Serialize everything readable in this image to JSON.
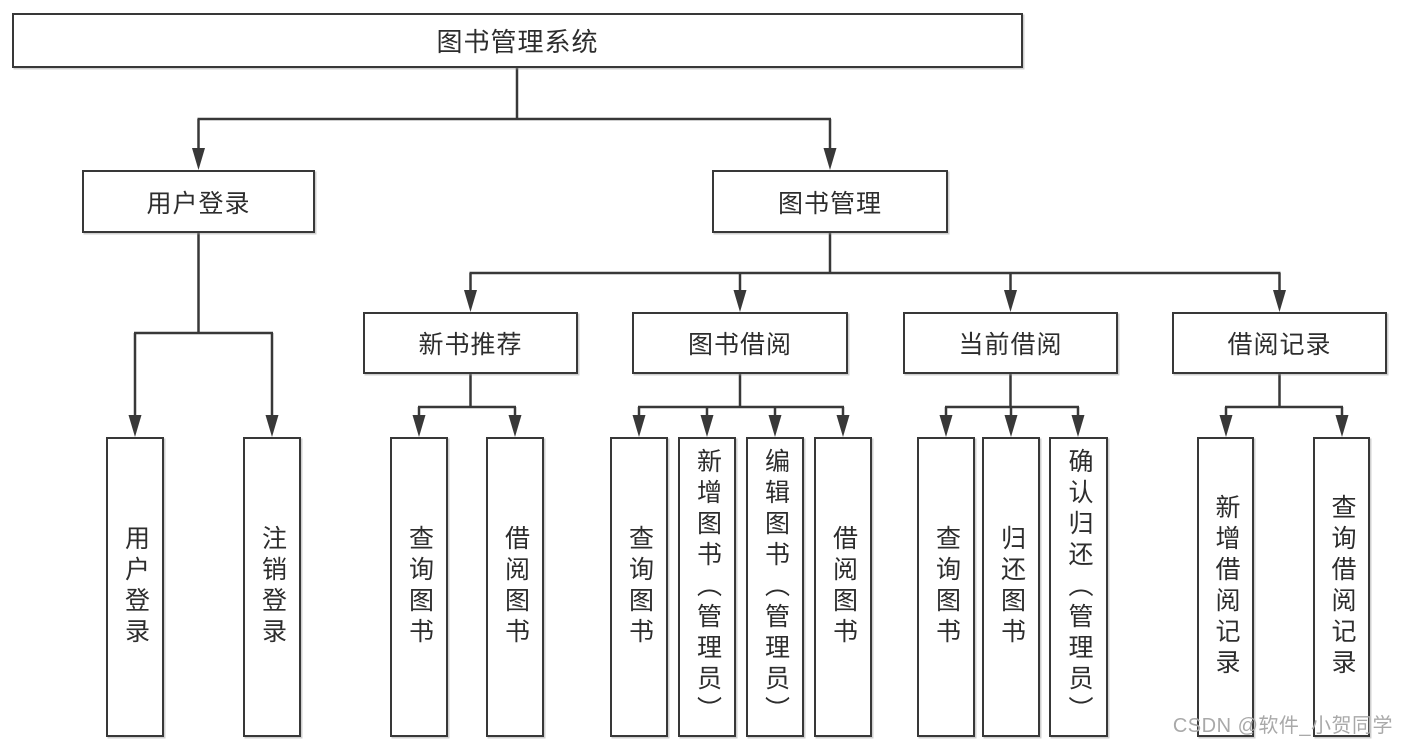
{
  "diagram": {
    "root": {
      "label": "图书管理系统"
    },
    "level2": [
      {
        "id": "user-login",
        "label": "用户登录"
      },
      {
        "id": "book-management",
        "label": "图书管理"
      }
    ],
    "level3": [
      {
        "id": "new-book-recommend",
        "label": "新书推荐"
      },
      {
        "id": "book-borrow",
        "label": "图书借阅"
      },
      {
        "id": "current-borrow",
        "label": "当前借阅"
      },
      {
        "id": "borrow-records",
        "label": "借阅记录"
      }
    ],
    "leaves": [
      {
        "id": "user-login-leaf",
        "label": "用户登录"
      },
      {
        "id": "logout-login",
        "label": "注销登录"
      },
      {
        "id": "query-books-recommend",
        "label": "查询图书"
      },
      {
        "id": "borrow-books-recommend",
        "label": "借阅图书"
      },
      {
        "id": "query-books-borrow",
        "label": "查询图书"
      },
      {
        "id": "add-books-admin",
        "label": "新增图书（管理员）"
      },
      {
        "id": "edit-books-admin",
        "label": "编辑图书（管理员）"
      },
      {
        "id": "borrow-books-borrow",
        "label": "借阅图书"
      },
      {
        "id": "query-books-current",
        "label": "查询图书"
      },
      {
        "id": "return-books",
        "label": "归还图书"
      },
      {
        "id": "confirm-return-admin",
        "label": "确认归还（管理员）"
      },
      {
        "id": "add-borrow-record",
        "label": "新增借阅记录"
      },
      {
        "id": "query-borrow-record",
        "label": "查询借阅记录"
      }
    ]
  },
  "watermark": {
    "text": "CSDN @软件_小贺同学"
  },
  "colors": {
    "line": "#383838",
    "text": "#2d2d2d",
    "background": "#ffffff",
    "watermark": "#a9a9a9"
  }
}
